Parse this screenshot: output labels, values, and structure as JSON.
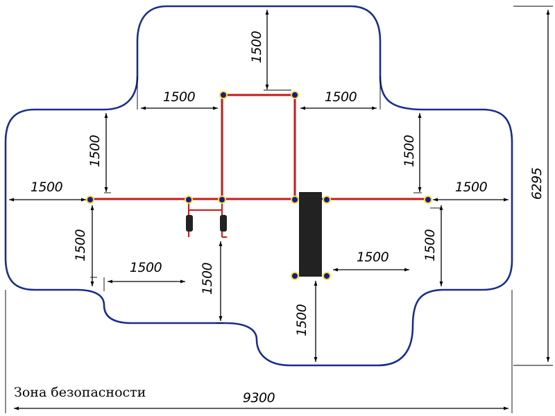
{
  "legend": {
    "label": "Зона безопасности"
  },
  "dimensions": {
    "overall_width": "9300",
    "overall_height": "6295",
    "top_clearance": "1500",
    "top_left_clearance": "1500",
    "top_right_clearance": "1500",
    "left_upper_clearance": "1500",
    "left_side_clearance": "1500",
    "left_lower_clearance": "1500",
    "lower_left_horizontal": "1500",
    "center_lower_clearance": "1500",
    "right_upper_clearance": "1500",
    "right_side_clearance": "1500",
    "right_lower_clearance": "1500",
    "lower_right_horizontal": "1500",
    "bottom_clearance": "1500"
  },
  "colors": {
    "safety_zone": "#1a2d8c",
    "equipment_frame": "#c41a1a",
    "node_fill": "#1a1a8c",
    "node_ring": "#f2df3a",
    "bench": "#222222"
  }
}
